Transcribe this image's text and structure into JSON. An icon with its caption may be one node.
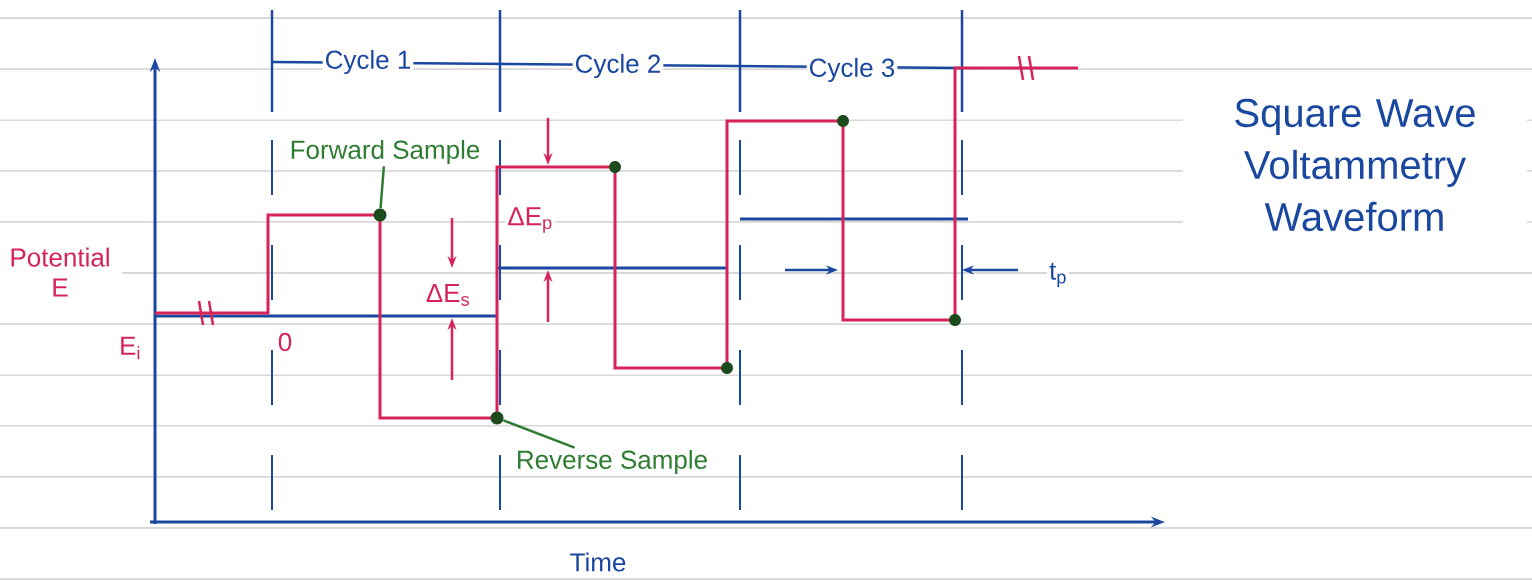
{
  "diagram": {
    "title": "Square Wave Voltammetry Waveform",
    "nodes": [
      {
        "text": [
          "Forward Sample"
        ]
      },
      {
        "text": [],
        "shape": "circle"
      },
      {
        "text": [
          "Reverse Sample"
        ]
      },
      {
        "text": [],
        "shape": "circle"
      }
    ],
    "edges": [
      {
        "from": 0,
        "to": 1,
        "arrow": "none"
      },
      {
        "from": 2,
        "to": 3,
        "arrow": "none"
      }
    ],
    "labels": [
      "Cycle 1",
      "Cycle 2",
      "Cycle 3",
      "ΔE$_{p}$",
      "ΔE$_{s}$",
      "t$_{p}$",
      "Potential E",
      "E$_{i}$",
      "0",
      "Time"
    ]
  }
}
